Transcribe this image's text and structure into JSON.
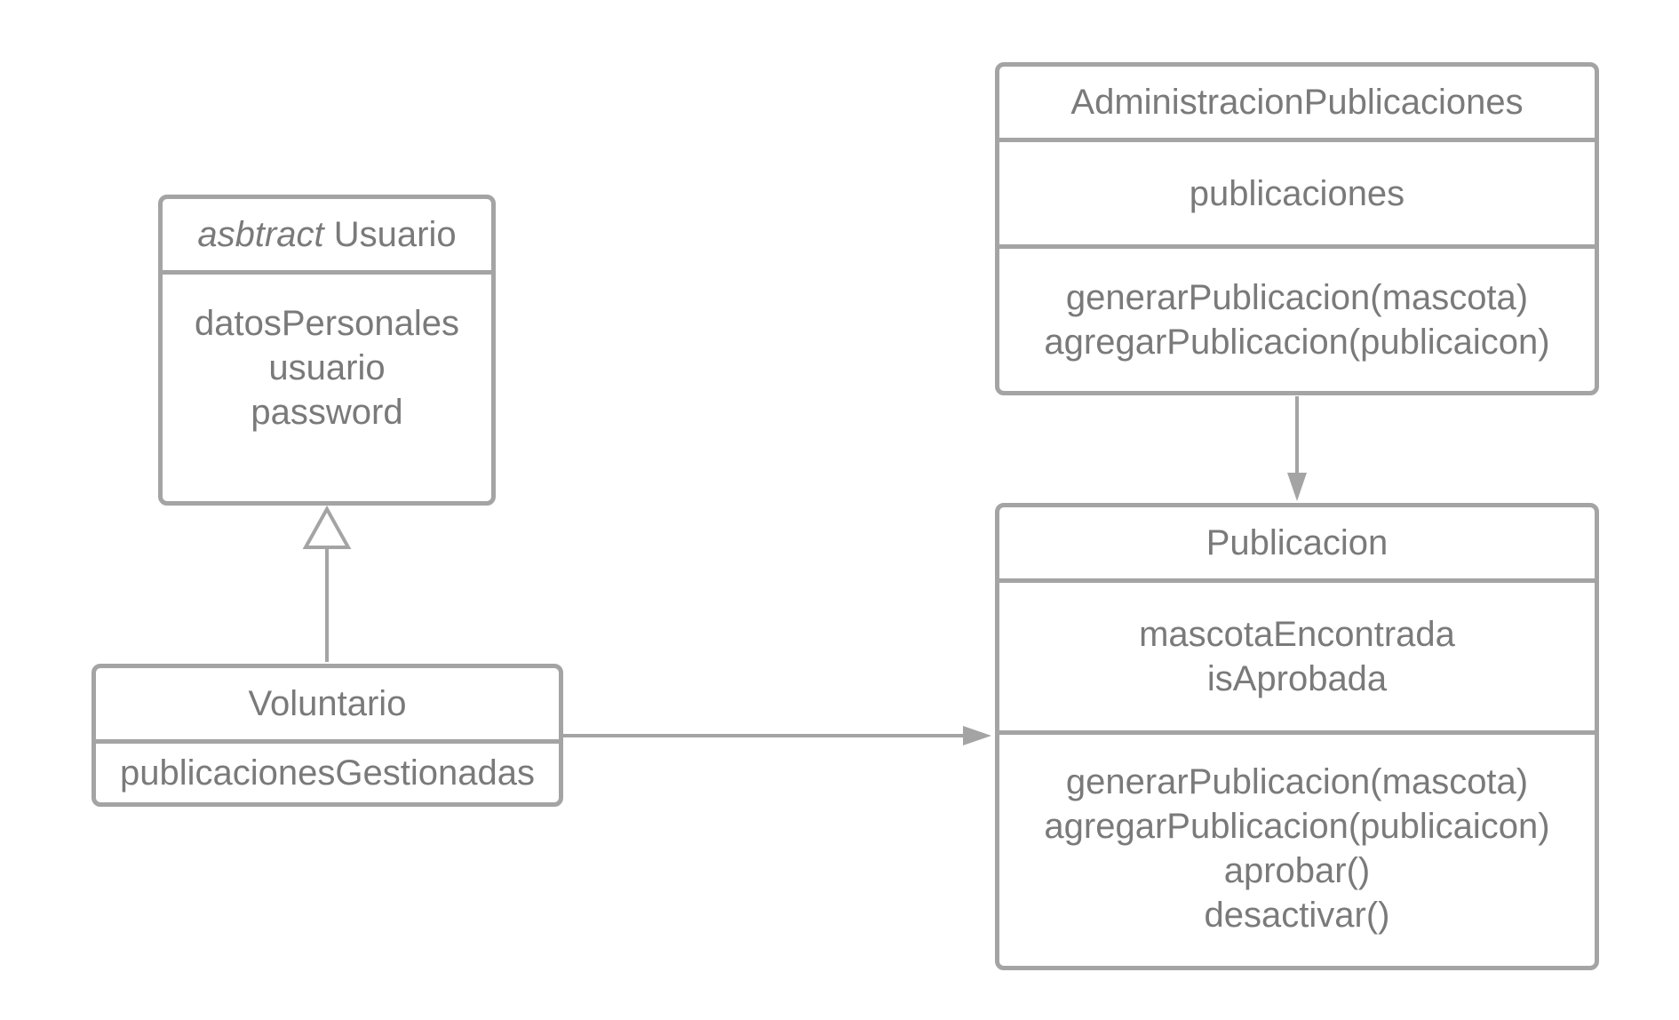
{
  "diagram": {
    "colors": {
      "stroke": "#a4a4a4",
      "text": "#7a7a7a",
      "background": "#ffffff"
    },
    "classes": {
      "usuario": {
        "stereotype": "asbtract",
        "name": "Usuario",
        "attributes": [
          "datosPersonales",
          "usuario",
          "password"
        ]
      },
      "voluntario": {
        "name": "Voluntario",
        "attributes": [
          "publicacionesGestionadas"
        ]
      },
      "administracion_publicaciones": {
        "name": "AdministracionPublicaciones",
        "attributes": [
          "publicaciones"
        ],
        "methods": [
          "generarPublicacion(mascota)",
          "agregarPublicacion(publicaicon)"
        ]
      },
      "publicacion": {
        "name": "Publicacion",
        "attributes": [
          "mascotaEncontrada",
          "isAprobada"
        ],
        "methods": [
          "generarPublicacion(mascota)",
          "agregarPublicacion(publicaicon)",
          "aprobar()",
          "desactivar()"
        ]
      }
    },
    "relationships": [
      {
        "type": "generalization",
        "from": "Voluntario",
        "to": "Usuario"
      },
      {
        "type": "association",
        "from": "Voluntario",
        "to": "Publicacion"
      },
      {
        "type": "association",
        "from": "AdministracionPublicaciones",
        "to": "Publicacion"
      }
    ]
  }
}
